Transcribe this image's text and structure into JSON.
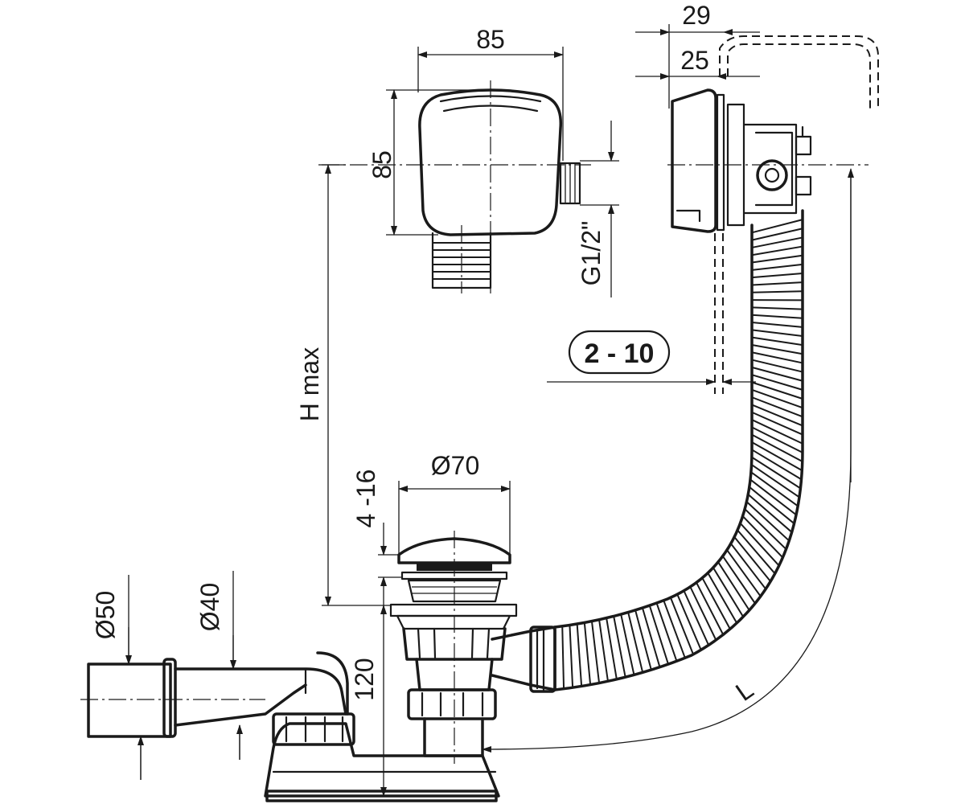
{
  "dimensions": {
    "outlet_width": "85",
    "outlet_height": "85",
    "thread": "G1/2\"",
    "overflow_depth_outer": "29",
    "overflow_depth_inner": "25",
    "wall_thickness_range": "2 - 10",
    "height_max": "H max",
    "plug_diameter": "Ø70",
    "plug_adjust_range": "4 -16",
    "trap_height": "120",
    "outlet_pipe_outer": "Ø50",
    "outlet_pipe_inner": "Ø40",
    "hose_length": "L"
  },
  "colors": {
    "line": "#1a1a1a",
    "background": "#ffffff"
  }
}
